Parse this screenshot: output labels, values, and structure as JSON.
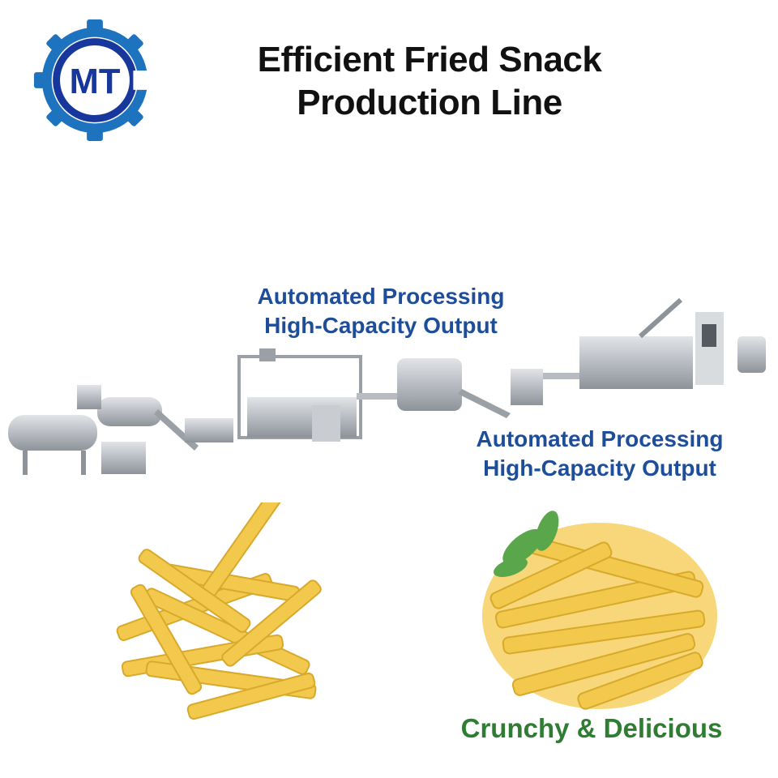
{
  "header": {
    "title_line1": "Efficient Fried Snack",
    "title_line2": "Production Line"
  },
  "logo": {
    "text": "MT",
    "color": "#1e73be",
    "accent": "#18379c"
  },
  "captions": [
    {
      "line1": "Automated Processing",
      "line2": "High-Capacity Output"
    },
    {
      "line1": "Automated Processing",
      "line2": "High-Capacity Output"
    }
  ],
  "tagline": "Crunchy & Delicious",
  "colors": {
    "caption": "#1e4e9a",
    "tagline": "#2f7d32",
    "steel": "#b8bcc2",
    "snack": "#f2c94c"
  }
}
